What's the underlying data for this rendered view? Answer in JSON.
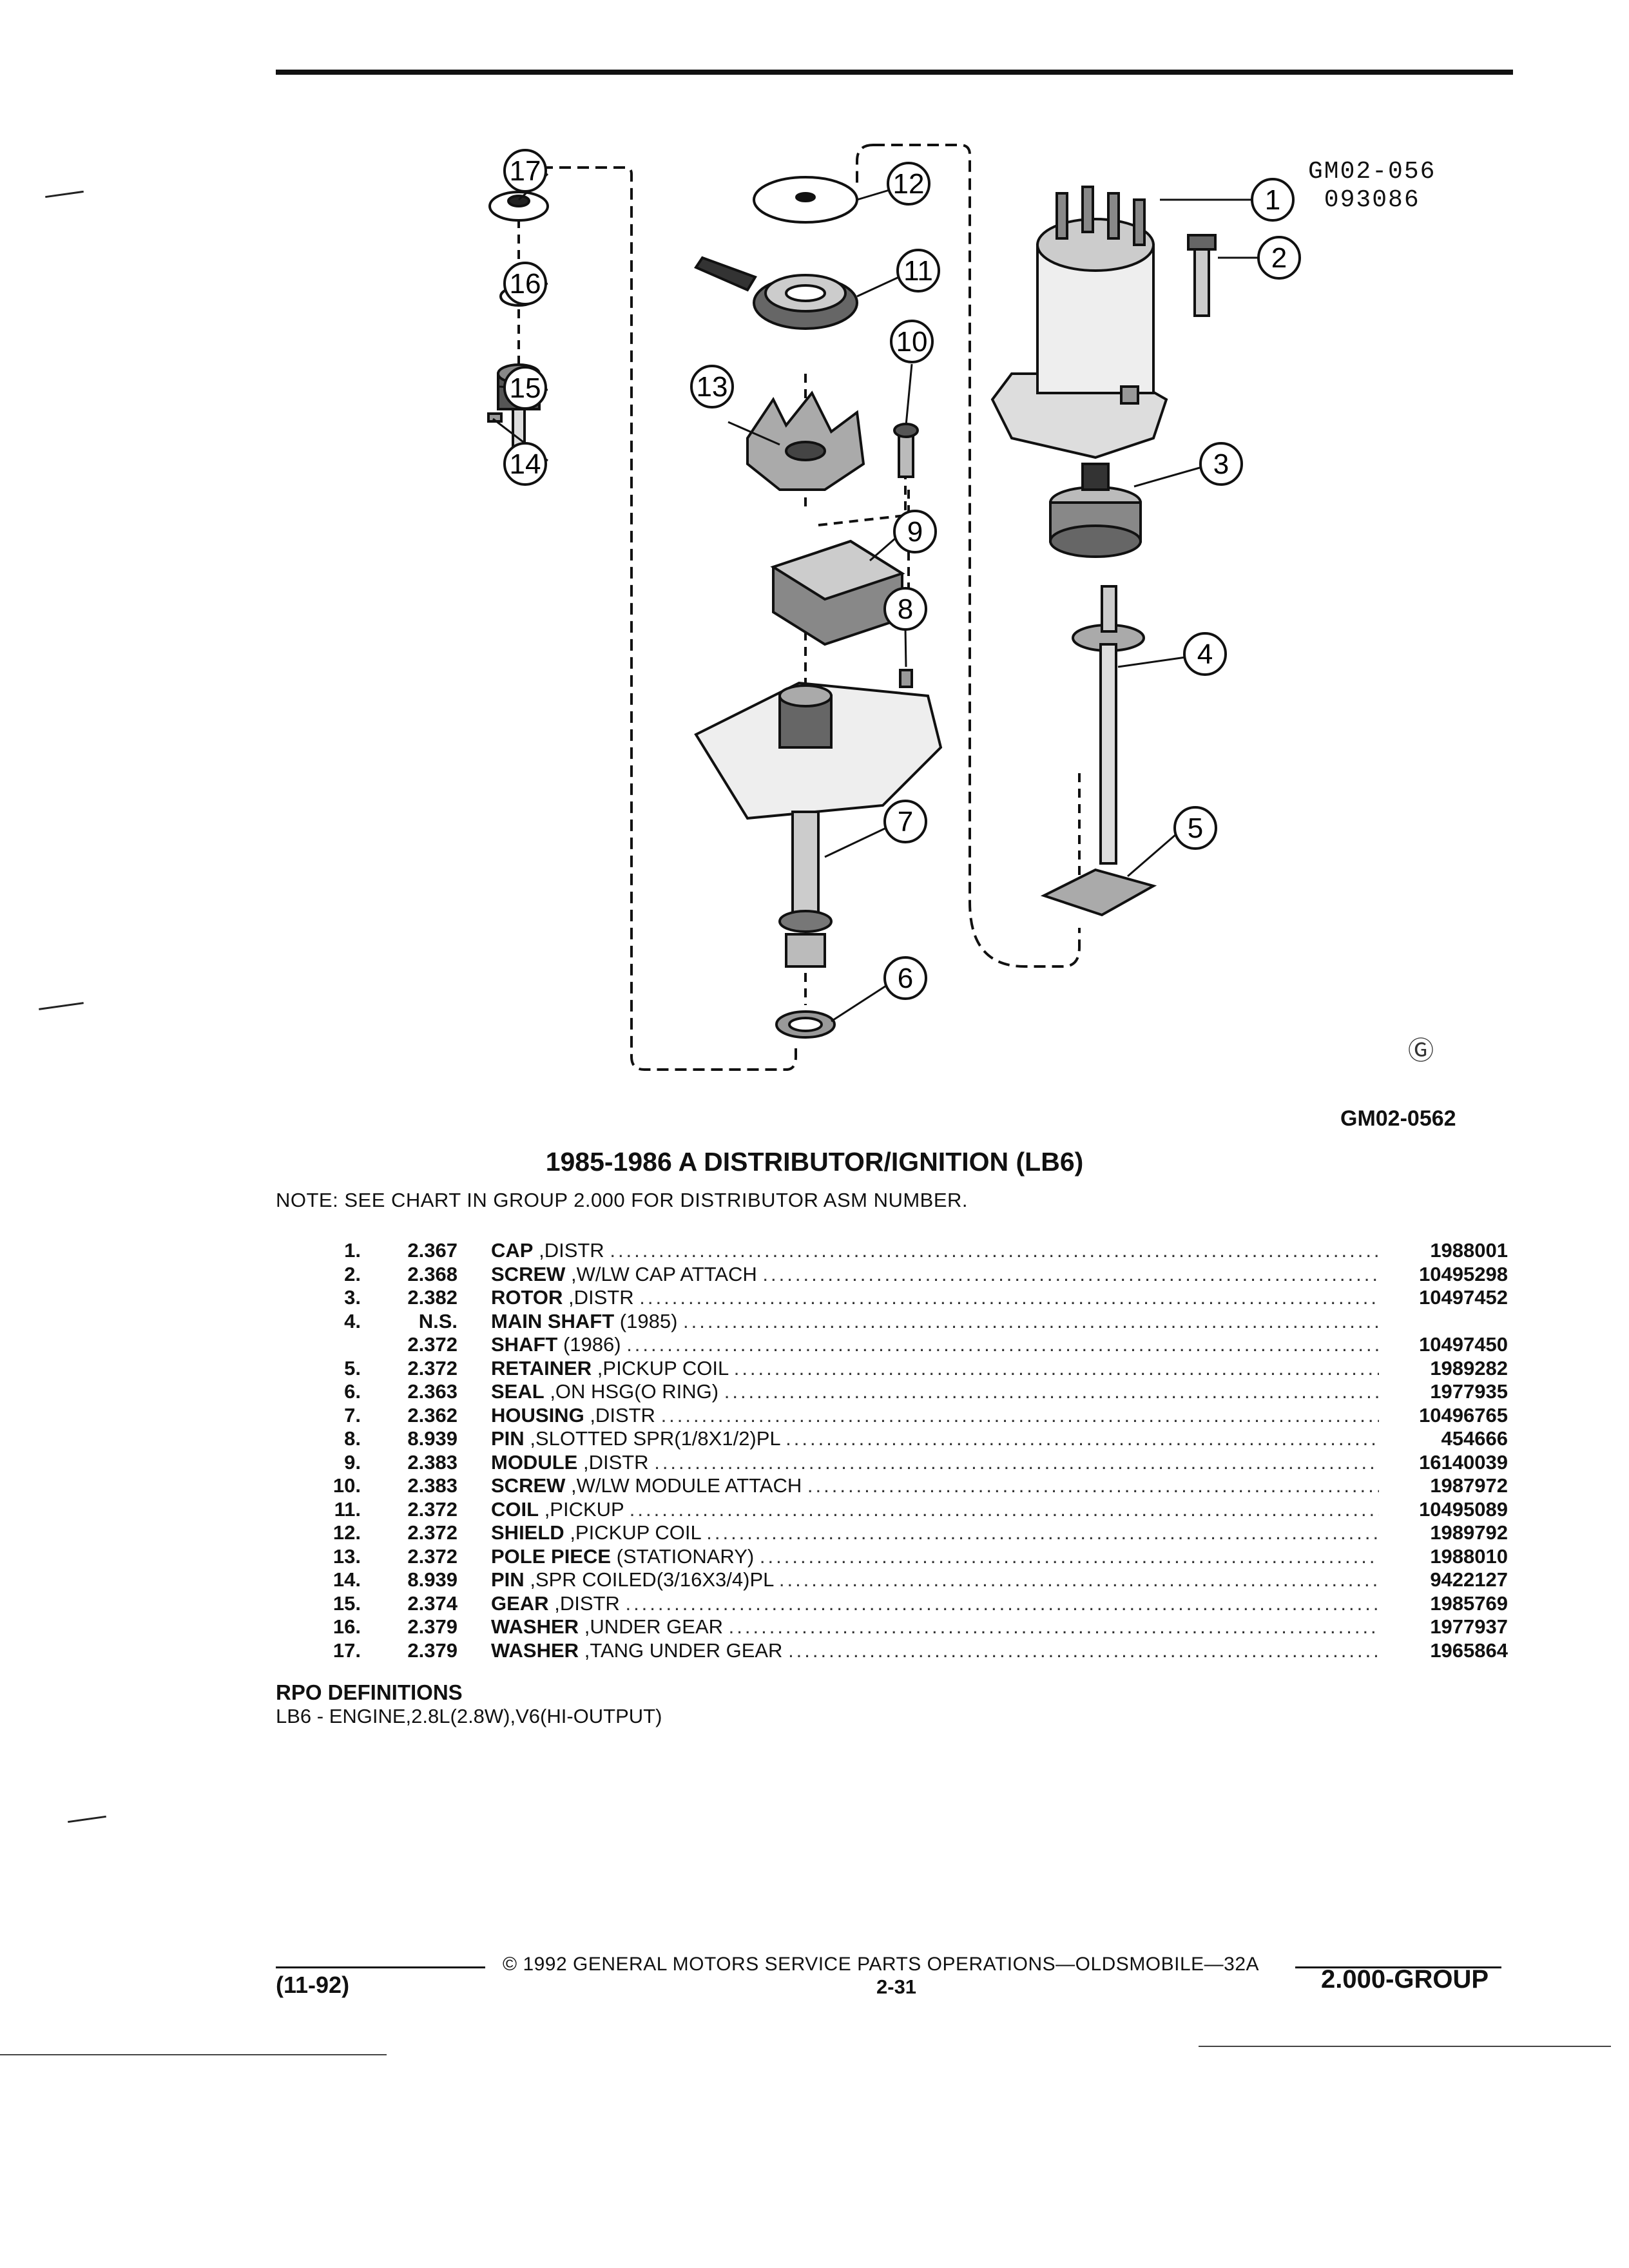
{
  "figure": {
    "code_lines": [
      "GM02-056",
      "093086"
    ],
    "figure_id": "GM02-0562",
    "logo_glyph": "Ⓖ",
    "callouts": [
      "1",
      "2",
      "3",
      "4",
      "5",
      "6",
      "7",
      "8",
      "9",
      "10",
      "11",
      "12",
      "13",
      "14",
      "15",
      "16",
      "17"
    ]
  },
  "title": "1985-1986 A DISTRIBUTOR/IGNITION (LB6)",
  "note": "NOTE:  SEE CHART IN GROUP 2.000 FOR DISTRIBUTOR ASM NUMBER.",
  "parts": [
    {
      "item": "1.",
      "group": "2.367",
      "name": "CAP",
      "detail": ",DISTR",
      "part_number": "1988001"
    },
    {
      "item": "2.",
      "group": "2.368",
      "name": "SCREW",
      "detail": ",W/LW CAP ATTACH",
      "part_number": "10495298"
    },
    {
      "item": "3.",
      "group": "2.382",
      "name": "ROTOR",
      "detail": ",DISTR",
      "part_number": "10497452"
    },
    {
      "item": "4.",
      "group": "N.S.",
      "name": "MAIN SHAFT",
      "detail": "(1985)",
      "part_number": ""
    },
    {
      "item": "",
      "group": "2.372",
      "name": "SHAFT",
      "detail": "(1986)",
      "part_number": "10497450"
    },
    {
      "item": "5.",
      "group": "2.372",
      "name": "RETAINER",
      "detail": ",PICKUP COIL",
      "part_number": "1989282"
    },
    {
      "item": "6.",
      "group": "2.363",
      "name": "SEAL",
      "detail": ",ON HSG(O RING)",
      "part_number": "1977935"
    },
    {
      "item": "7.",
      "group": "2.362",
      "name": "HOUSING",
      "detail": ",DISTR",
      "part_number": "10496765"
    },
    {
      "item": "8.",
      "group": "8.939",
      "name": "PIN",
      "detail": ",SLOTTED SPR(1/8X1/2)PL",
      "part_number": "454666"
    },
    {
      "item": "9.",
      "group": "2.383",
      "name": "MODULE",
      "detail": ",DISTR",
      "part_number": "16140039"
    },
    {
      "item": "10.",
      "group": "2.383",
      "name": "SCREW",
      "detail": ",W/LW MODULE ATTACH",
      "part_number": "1987972"
    },
    {
      "item": "11.",
      "group": "2.372",
      "name": "COIL",
      "detail": ",PICKUP",
      "part_number": "10495089"
    },
    {
      "item": "12.",
      "group": "2.372",
      "name": "SHIELD",
      "detail": ",PICKUP COIL",
      "part_number": "1989792"
    },
    {
      "item": "13.",
      "group": "2.372",
      "name": "POLE PIECE",
      "detail": "(STATIONARY)",
      "part_number": "1988010"
    },
    {
      "item": "14.",
      "group": "8.939",
      "name": "PIN",
      "detail": ",SPR COILED(3/16X3/4)PL",
      "part_number": "9422127"
    },
    {
      "item": "15.",
      "group": "2.374",
      "name": "GEAR",
      "detail": ",DISTR",
      "part_number": "1985769"
    },
    {
      "item": "16.",
      "group": "2.379",
      "name": "WASHER",
      "detail": ",UNDER GEAR",
      "part_number": "1977937"
    },
    {
      "item": "17.",
      "group": "2.379",
      "name": "WASHER",
      "detail": ",TANG UNDER GEAR",
      "part_number": "1965864"
    }
  ],
  "rpo": {
    "heading": "RPO DEFINITIONS",
    "text": "LB6 - ENGINE,2.8L(2.8W),V6(HI-OUTPUT)"
  },
  "footer": {
    "date": "(11-92)",
    "copyright": "©  1992  GENERAL MOTORS SERVICE PARTS OPERATIONS—OLDSMOBILE—32A",
    "page": "2-31",
    "group": "2.000-GROUP"
  }
}
